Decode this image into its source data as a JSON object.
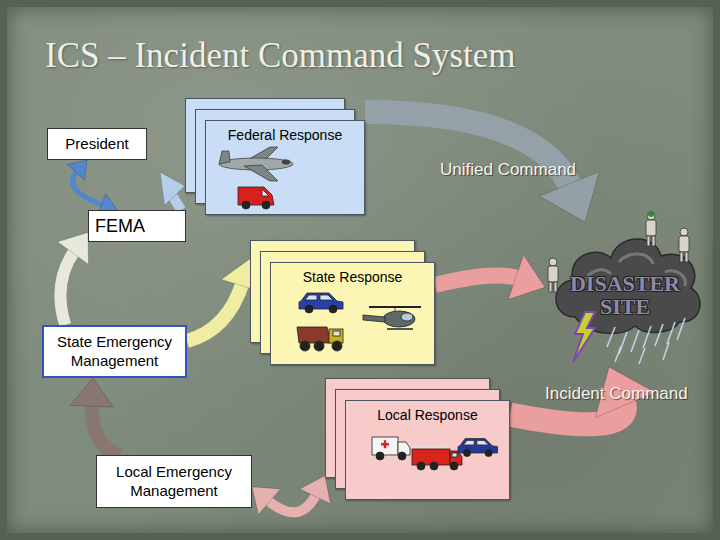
{
  "diagram": {
    "title": "ICS – Incident Command System",
    "nodes": [
      {
        "text": [
          "President"
        ]
      },
      {
        "text": [
          "Federal Response"
        ]
      },
      {
        "text": [
          "FEMA"
        ]
      },
      {
        "text": [
          "State Response"
        ]
      },
      {
        "text": [
          "DISASTER SITE"
        ]
      },
      {
        "text": [
          "State Emergency Management"
        ]
      },
      {
        "text": [
          "Local Response"
        ]
      },
      {
        "text": [
          "Local Emergency Management"
        ]
      }
    ],
    "edges": [
      {
        "from": 2,
        "to": 0,
        "arrow": "both"
      },
      {
        "from": 2,
        "to": 1,
        "arrow": "to"
      },
      {
        "from": 5,
        "to": 2,
        "arrow": "to"
      },
      {
        "from": 5,
        "to": 3,
        "arrow": "to"
      },
      {
        "from": 7,
        "to": 5,
        "arrow": "to"
      },
      {
        "from": 7,
        "to": 6,
        "arrow": "both"
      },
      {
        "from": 1,
        "to": 4,
        "label": "Unified Command",
        "arrow": "to"
      },
      {
        "from": 3,
        "to": 4,
        "arrow": "to"
      },
      {
        "from": 6,
        "to": 4,
        "label": "Incident Command",
        "arrow": "to"
      }
    ]
  }
}
